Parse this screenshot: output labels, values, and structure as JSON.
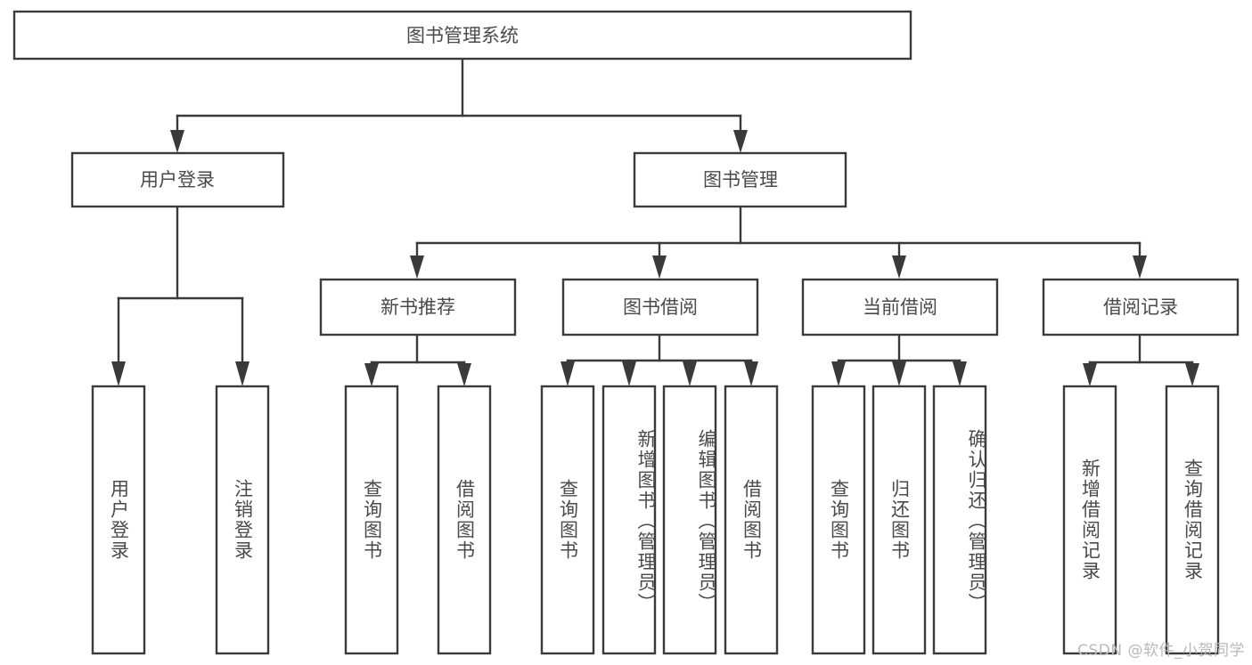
{
  "diagram": {
    "type": "tree-hierarchy-chart",
    "title_node": {
      "label": "图书管理系统"
    },
    "level2": [
      {
        "id": "user-login",
        "label": "用户登录"
      },
      {
        "id": "book-management",
        "label": "图书管理"
      }
    ],
    "level3": [
      {
        "id": "new-book-recommend",
        "label": "新书推荐"
      },
      {
        "id": "book-borrow",
        "label": "图书借阅"
      },
      {
        "id": "current-borrow",
        "label": "当前借阅"
      },
      {
        "id": "borrow-record",
        "label": "借阅记录"
      }
    ],
    "leaves": {
      "user_login": [
        {
          "id": "leaf-user-login",
          "label": "用户登录"
        },
        {
          "id": "leaf-logout-login",
          "label": "注销登录"
        }
      ],
      "new_book_recommend": [
        {
          "id": "leaf-query-book-1",
          "label": "查询图书"
        },
        {
          "id": "leaf-borrow-book-1",
          "label": "借阅图书"
        }
      ],
      "book_borrow": [
        {
          "id": "leaf-query-book-2",
          "label": "查询图书"
        },
        {
          "id": "leaf-add-book",
          "label": "新增图书（管理员）"
        },
        {
          "id": "leaf-edit-book",
          "label": "编辑图书（管理员）"
        },
        {
          "id": "leaf-borrow-book-2",
          "label": "借阅图书"
        }
      ],
      "current_borrow": [
        {
          "id": "leaf-query-book-3",
          "label": "查询图书"
        },
        {
          "id": "leaf-return-book",
          "label": "归还图书"
        },
        {
          "id": "leaf-confirm-return",
          "label": "确认归还（管理员）"
        }
      ],
      "borrow_record": [
        {
          "id": "leaf-add-record",
          "label": "新增借阅记录"
        },
        {
          "id": "leaf-query-record",
          "label": "查询借阅记录"
        }
      ]
    },
    "colors": {
      "box_stroke": "#3a3a3a",
      "box_fill": "#ffffff",
      "label_text": "#4a4a4a",
      "connector": "#3a3a3a",
      "background": "#ffffff",
      "watermark": "#b9b9b9"
    }
  },
  "watermark": {
    "text": "CSDN @软件_小贺同学"
  }
}
